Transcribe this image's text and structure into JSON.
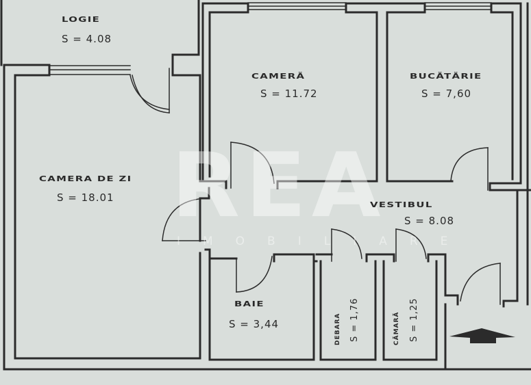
{
  "plan": {
    "type": "apartment-floor-plan",
    "area_prefix": "S =",
    "rooms": [
      {
        "id": "logie",
        "name": "LOGIE",
        "area": "S = 4.08"
      },
      {
        "id": "camera",
        "name": "CAMERĂ",
        "area": "S = 11.72"
      },
      {
        "id": "bucatarie",
        "name": "BUCĂTĂRIE",
        "area": "S = 7,60"
      },
      {
        "id": "camera-de-zi",
        "name": "CAMERA DE ZI",
        "area": "S = 18.01"
      },
      {
        "id": "vestibul",
        "name": "VESTIBUL",
        "area": "S = 8.08"
      },
      {
        "id": "baie",
        "name": "BAIE",
        "area": "S = 3,44"
      },
      {
        "id": "debara",
        "name": "DEBARA",
        "area": "S = 1,76"
      },
      {
        "id": "camara",
        "name": "CĂMARĂ",
        "area": "S = 1,25"
      }
    ],
    "entrance_arrow": "entrance-arrow",
    "colors": {
      "background": "#d9dedb",
      "walls": "#2b2b2b",
      "watermark": "#ffffff"
    }
  },
  "watermark": {
    "logo": "REA",
    "subtitle": "IMOBILIARE"
  }
}
